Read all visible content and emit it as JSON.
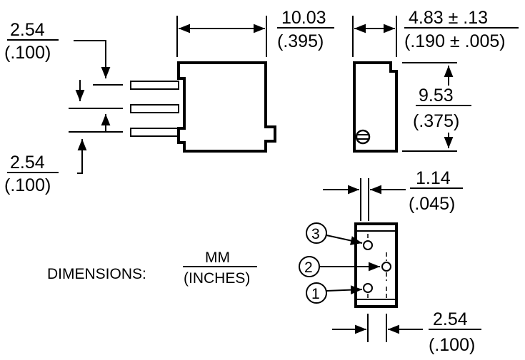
{
  "dimensions": {
    "pin_pitch_top": {
      "mm": "2.54",
      "in": "(.100)"
    },
    "pin_pitch_bottom": {
      "mm": "2.54",
      "in": "(.100)"
    },
    "body_width": {
      "mm": "10.03",
      "in": "(.395)"
    },
    "body_depth": {
      "mm": "4.83 ± .13",
      "in": "(.190 ± .005)"
    },
    "body_height": {
      "mm": "9.53",
      "in": "(.375)"
    },
    "pin_offset": {
      "mm": "1.14",
      "in": "(.045)"
    },
    "pin_spacing_bottom": {
      "mm": "2.54",
      "in": "(.100)"
    }
  },
  "legend": {
    "label": "DIMENSIONS:",
    "unit_primary": "MM",
    "unit_secondary": "(INCHES)"
  },
  "pins": [
    "1",
    "2",
    "3"
  ]
}
